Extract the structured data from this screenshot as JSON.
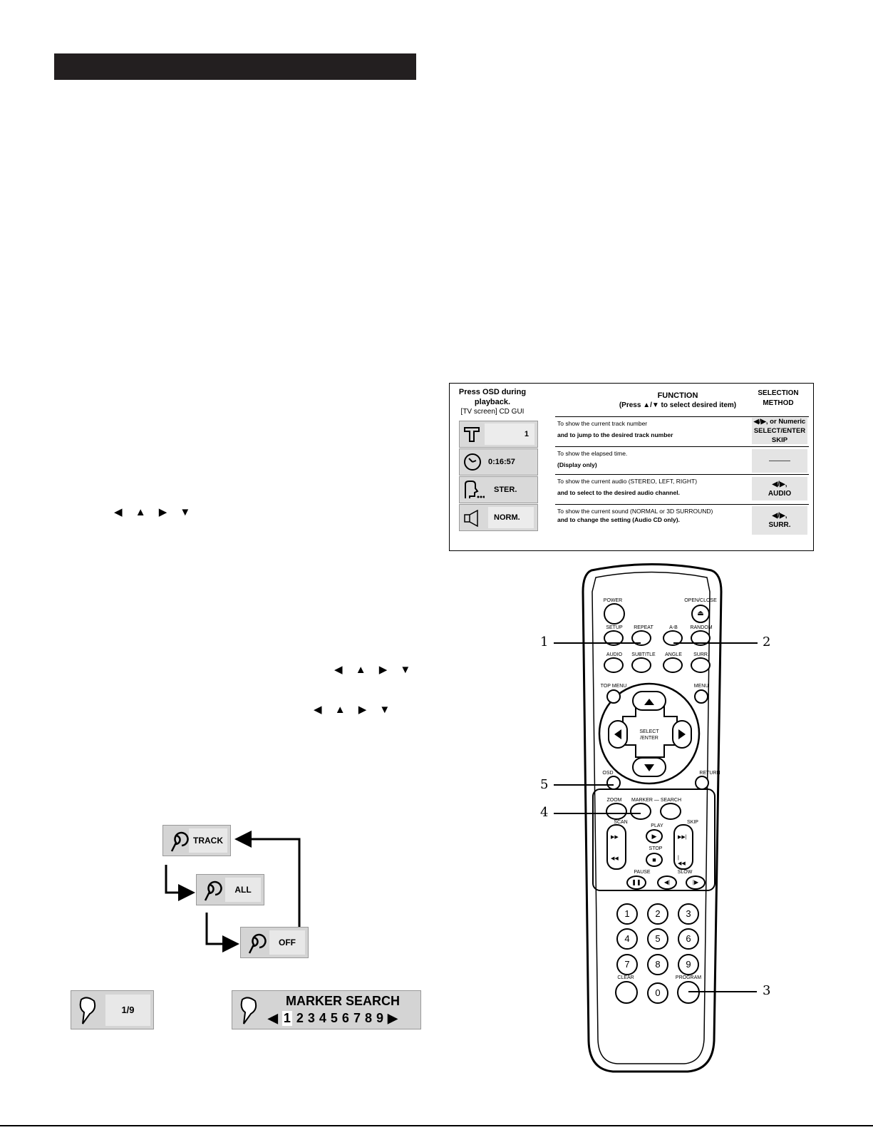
{
  "page": {
    "header_bar": ""
  },
  "arrow_glyphs": {
    "a1": "◀ ▲ ▶ ▼",
    "a2": "◀ ▲ ▶ ▼",
    "a3": "◀ ▲ ▶ ▼"
  },
  "osd_table": {
    "col1_header": [
      "Press OSD during",
      "playback.",
      "[TV screen] CD GUI"
    ],
    "col2_header": [
      "FUNCTION",
      "(Press ▲/▼ to select desired item)"
    ],
    "col3_header": [
      "SELECTION",
      "METHOD"
    ],
    "rows": [
      {
        "icon": "track-icon",
        "gui_value": "1",
        "line1": "To show the current track number",
        "line2": "and to jump to the desired track number",
        "method": [
          "◀/▶, or Numeric",
          "SELECT/ENTER",
          "SKIP"
        ]
      },
      {
        "icon": "clock-icon",
        "gui_value": "0:16:57",
        "line1": "To show the elapsed time.",
        "line2": "(Display only)",
        "method": [
          "———"
        ]
      },
      {
        "icon": "audio-head-icon",
        "gui_value": "STER.",
        "line1": "To show the current audio (STEREO, LEFT, RIGHT)",
        "line2": "and to select to the desired audio channel.",
        "method": [
          "◀/▶,",
          "AUDIO"
        ]
      },
      {
        "icon": "speaker-icon",
        "gui_value": "NORM.",
        "line1": "To show the current sound (NORMAL or 3D SURROUND)",
        "line2": "and to change the setting (Audio CD only).",
        "method": [
          "◀/▶,",
          "SURR."
        ]
      }
    ]
  },
  "repeat_cycle": {
    "items": [
      "TRACK",
      "ALL",
      "OFF"
    ]
  },
  "marker": {
    "counter": "1/9",
    "title": "MARKER SEARCH",
    "left_arrow": "◀",
    "right_arrow": "▶",
    "numbers": [
      "1",
      "2",
      "3",
      "4",
      "5",
      "6",
      "7",
      "8",
      "9"
    ]
  },
  "remote": {
    "labels": {
      "power": "POWER",
      "open_close": "OPEN/CLOSE",
      "setup": "SETUP",
      "repeat": "REPEAT",
      "ab": "A-B",
      "random": "RANDOM",
      "audio": "AUDIO",
      "subtitle": "SUBTITLE",
      "angle": "ANGLE",
      "surr": "SURR.",
      "top_menu": "TOP MENU",
      "menu": "MENU",
      "select_enter": "SELECT\n/ENTER",
      "osd": "OSD",
      "return": "RETURN",
      "zoom": "ZOOM",
      "marker_search": "MARKER — SEARCH",
      "scan": "SCAN",
      "play": "PLAY",
      "skip": "SKIP",
      "stop": "STOP",
      "pause": "PAUSE",
      "slow": "SLOW",
      "clear": "CLEAR",
      "program": "PROGRAM"
    },
    "digits": [
      "1",
      "2",
      "3",
      "4",
      "5",
      "6",
      "7",
      "8",
      "9",
      "0"
    ],
    "callouts": [
      "1",
      "2",
      "3",
      "4",
      "5"
    ]
  }
}
